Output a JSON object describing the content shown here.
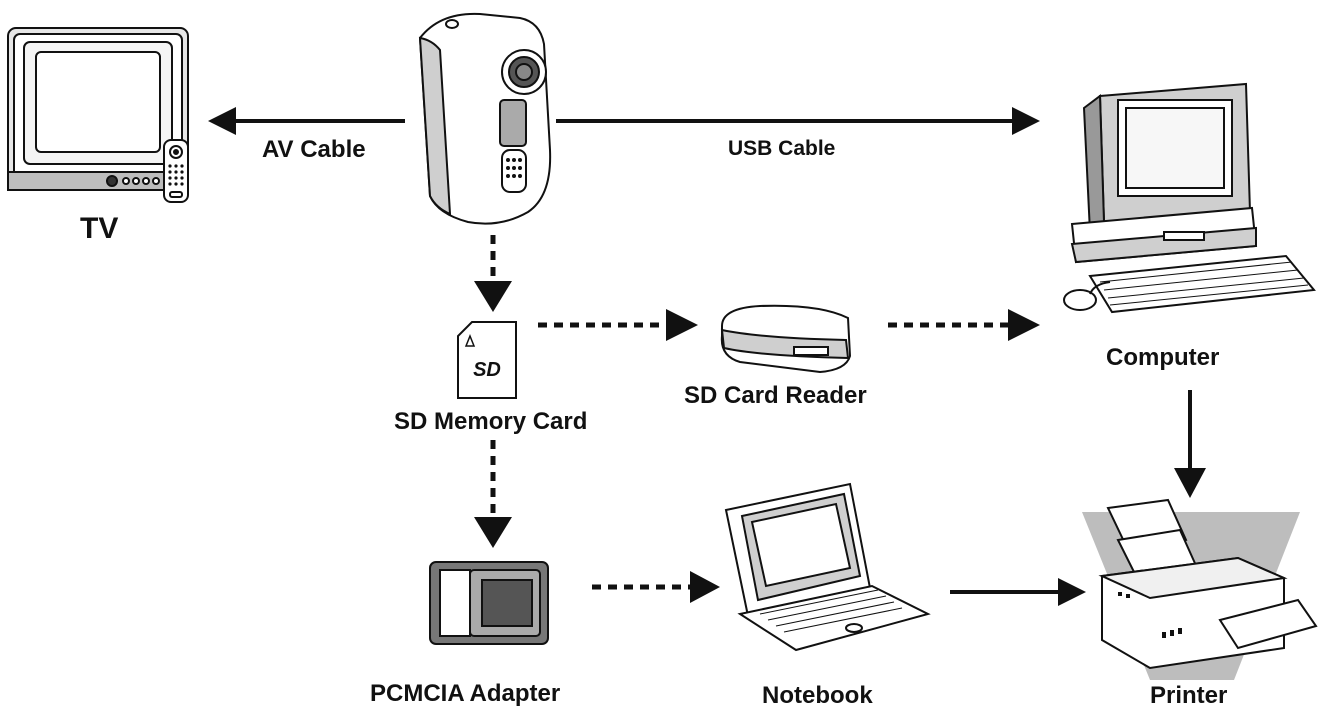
{
  "nodes": {
    "tv": "TV",
    "computer": "Computer",
    "sd_card": "SD Memory Card",
    "card_reader": "SD Card Reader",
    "pcmcia": "PCMCIA Adapter",
    "notebook": "Notebook",
    "printer": "Printer"
  },
  "cables": {
    "av": "AV Cable",
    "usb": "USB Cable"
  },
  "icons": {
    "sd_logo": "SD"
  },
  "colors": {
    "line": "#111111",
    "device_fill": "#ffffff",
    "device_shade": "#cfcfcf",
    "dark_shade": "#555555",
    "printer_backdrop": "#bdbdbd"
  }
}
